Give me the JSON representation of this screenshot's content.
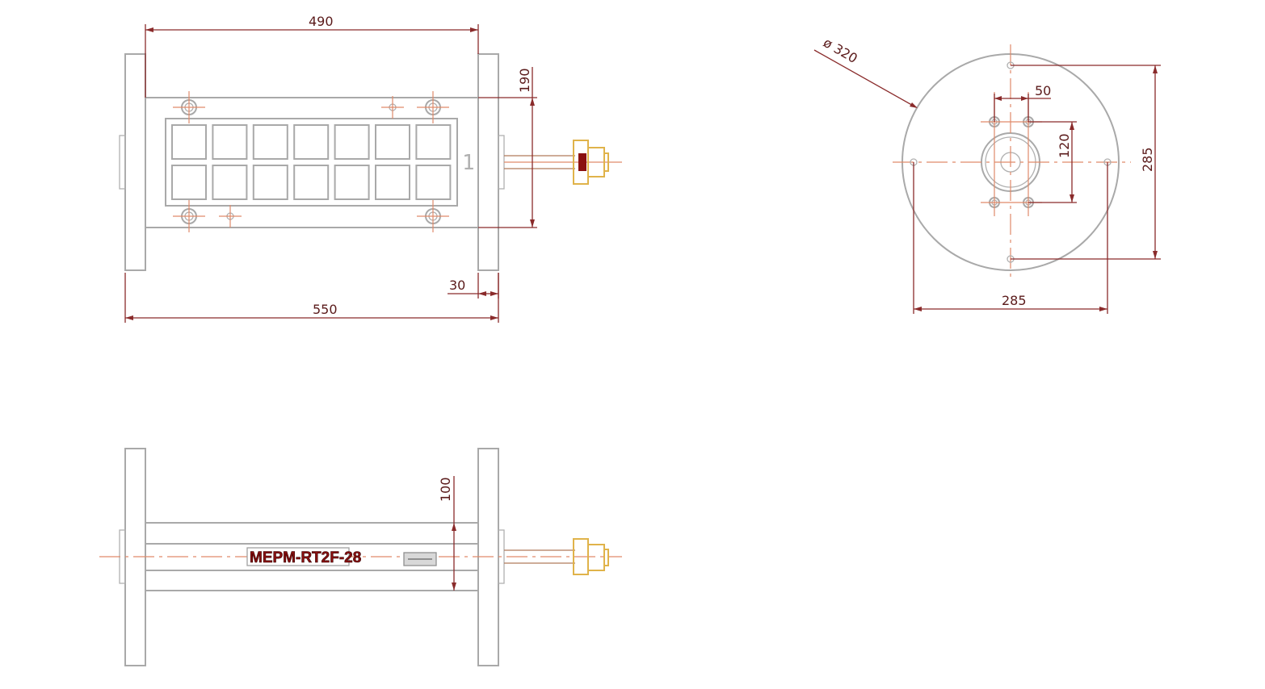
{
  "dimensions": {
    "top_length_between_flanges": "490",
    "overall_length": "550",
    "flange_thickness": "30",
    "body_height": "190",
    "side_height": "100",
    "flange_diameter": "ø 320",
    "hole_spacing_horizontal": "285",
    "hole_spacing_vertical": "285",
    "inner_hole_spacing_horizontal": "50",
    "inner_hole_spacing_vertical": "120"
  },
  "labels": {
    "model_name": "MEPM-RT2F-28",
    "port_number": "1"
  },
  "colors": {
    "outline": "#a9a9a9",
    "dimension": "#8a2b2b",
    "centerline": "#e08a6a",
    "connector": "#e0b34a",
    "model_text": "#8a1010"
  }
}
